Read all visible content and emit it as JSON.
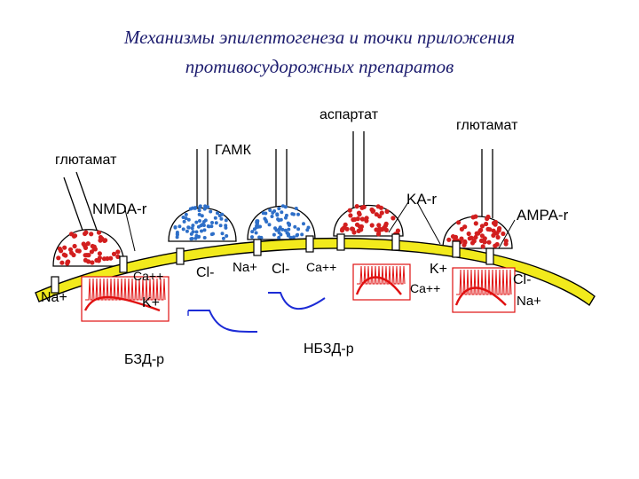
{
  "title": {
    "line1": "Механизмы эпилептогенеза и точки приложения",
    "line2": "противосудорожных препаратов"
  },
  "labels": {
    "aspartate": "аспартат",
    "glutamate_left": "глютамат",
    "glutamate_right": "глютамат",
    "gaba": "ГАМК",
    "nmda": "NMDA-r",
    "ka": "KA-r",
    "ampa": "AMPA-r",
    "na_left": "Na+",
    "ca_left": "Ca++",
    "k_left": "K+",
    "cl_1": "Cl-",
    "na_mid": "Na+",
    "cl_2": "Cl-",
    "ca_mid": "Ca++",
    "k_right": "K+",
    "ca_right": "Ca++",
    "cl_right": "Cl-",
    "na_right": "Na+",
    "bzd": "БЗД-р",
    "nbzd": "НБЗД-р"
  },
  "colors": {
    "title": "#1c1c6e",
    "membrane": "#f2ea1c",
    "excitatory_vesicles": "#d21f1f",
    "inhibitory_vesicles": "#2e6fc8",
    "ipsp_trace": "#1c2bd6",
    "spike_trace": "#e01010"
  }
}
